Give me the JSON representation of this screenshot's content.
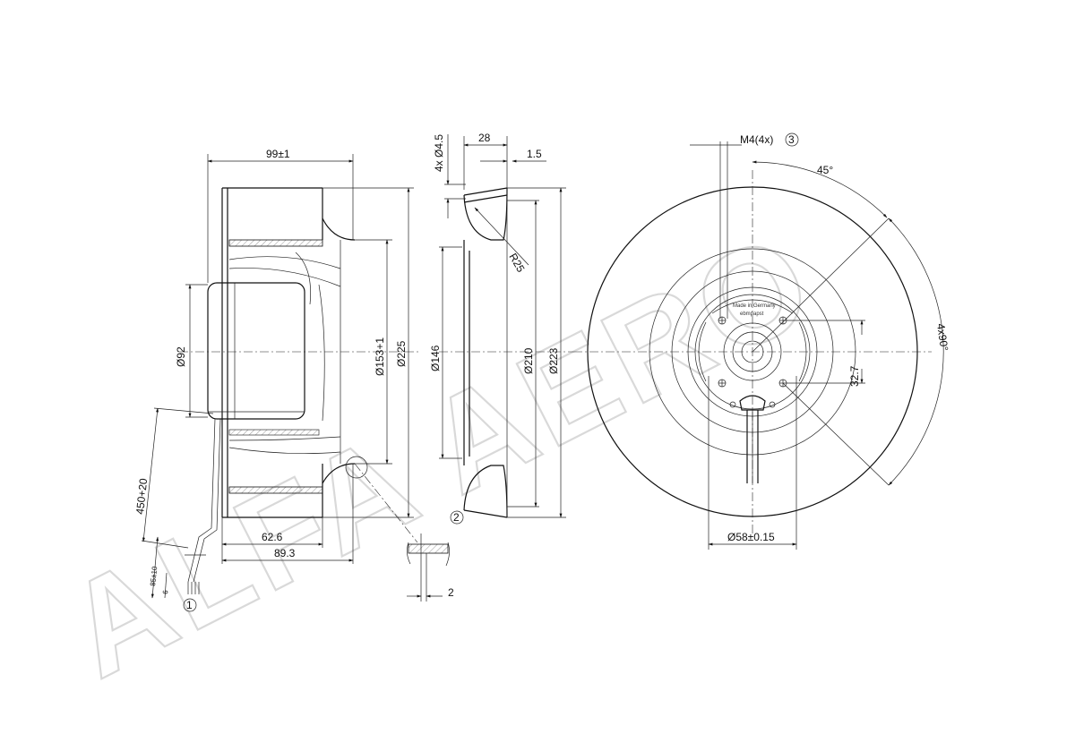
{
  "dimensions": {
    "width_99": "99±1",
    "holes": "4x Ø4.5",
    "w28": "28",
    "w1_5": "1.5",
    "r25": "R25",
    "d92": "Ø92",
    "d153": "Ø153+1",
    "d225": "Ø225",
    "d146": "Ø146",
    "d210": "Ø210",
    "d223": "Ø223",
    "l450": "450+20",
    "l85": "85±10",
    "l6": "6",
    "l62_6": "62.6",
    "l89_3": "89.3",
    "l2": "2",
    "m4": "M4(4x)",
    "a45": "45°",
    "a4x90": "4x90°",
    "l32_7": "32.7",
    "d58": "Ø58±0.15"
  },
  "callouts": [
    "1",
    "2",
    "3"
  ],
  "label_texts": {
    "made_in": "Made in Germany",
    "brand": "ebmpapst"
  },
  "watermark": "ALFA AERO"
}
